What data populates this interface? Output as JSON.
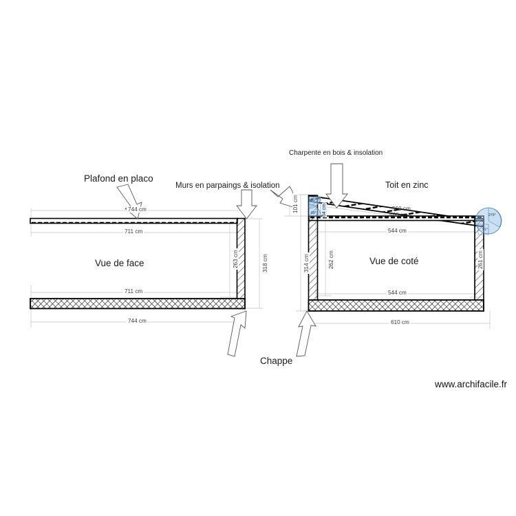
{
  "document": {
    "watermark": "www.archifacile.fr"
  },
  "annotations": {
    "ceiling": "Plafond en placo",
    "walls": "Murs en parpaings & isolation",
    "roof_frame": "Charpente en bois & insolation",
    "roof": "Toit en zinc",
    "screed": "Chappe"
  },
  "views": {
    "front": {
      "title": "Vue de face",
      "dimensions": {
        "top_outer": "744 cm",
        "top_inner": "711 cm",
        "bottom_inner": "711 cm",
        "bottom_outer": "744 cm",
        "height_inner": "263 cm",
        "height_outer": "318 cm"
      }
    },
    "side": {
      "title": "Vue de coté",
      "dimensions": {
        "left_height_small": "101 cm",
        "slope_upper": "560 cm",
        "slope_lower": "566 cm",
        "interior_width_top": "544 cm",
        "interior_width_bottom": "544 cm",
        "outer_width": "610 cm",
        "left_height_outer": "314 cm",
        "left_height_inner": "262 cm",
        "right_height_inner": "261 cm",
        "roof_thickness": "64 cm"
      },
      "angles": {
        "upper_left": "81°",
        "lower_left": "89°",
        "upper_right": "279°",
        "lower_right": "91°"
      }
    }
  },
  "colors": {
    "line": "#000000",
    "dimension": "#b9b9b9",
    "dimension_text": "#3a3a3a",
    "angle_fill": "#9fc6e8",
    "angle_stroke": "#4d7fae",
    "text": "#1a1a1a"
  }
}
